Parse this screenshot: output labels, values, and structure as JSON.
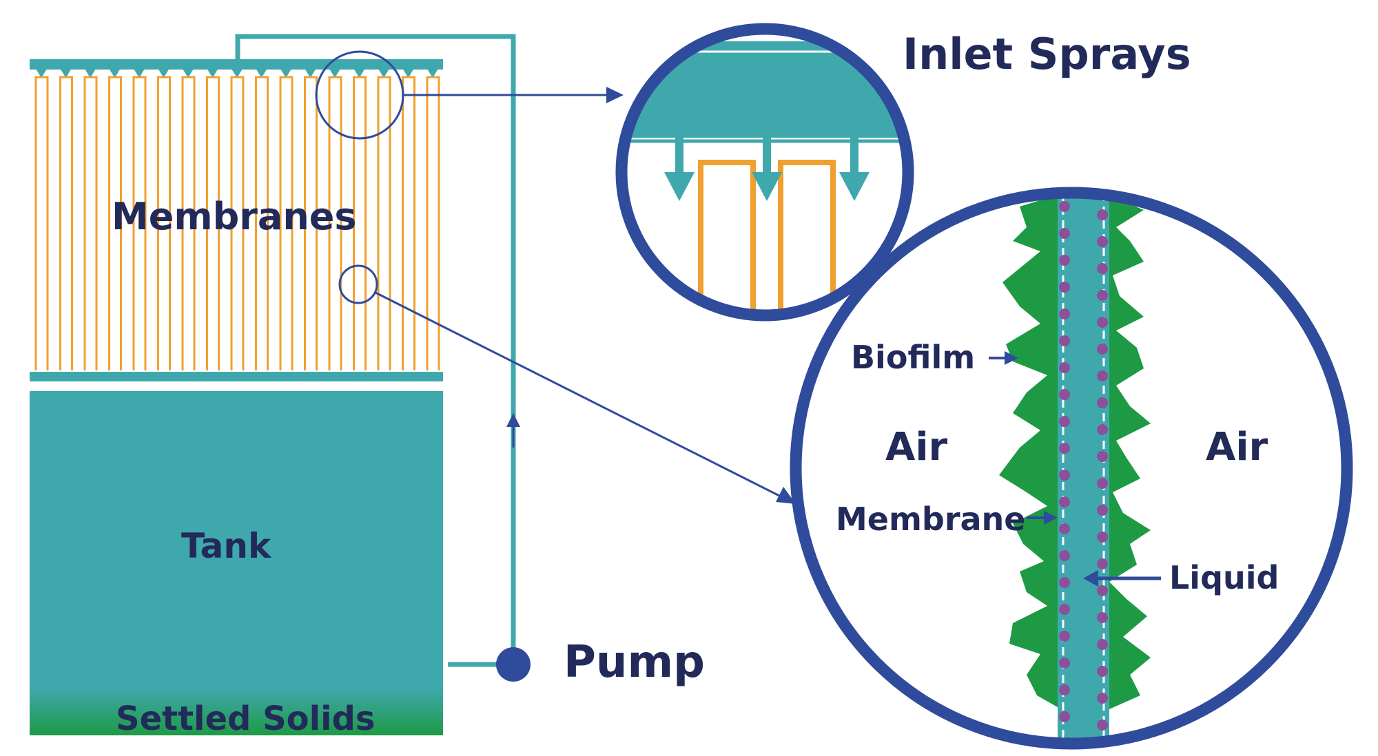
{
  "labels": {
    "membranes": "Membranes",
    "tank": "Tank",
    "settled_solids": "Settled Solids",
    "pump": "Pump",
    "inlet_sprays": "Inlet Sprays",
    "biofilm": "Biofilm",
    "air_left": "Air",
    "air_right": "Air",
    "membrane": "Membrane",
    "liquid": "Liquid"
  },
  "colors": {
    "teal": "#3fa8ad",
    "navy": "#2f4b9b",
    "membrane_orange": "#f0a030",
    "biofilm_green": "#1e9a45",
    "liquid_dots": "#8e4f9a",
    "label_text": "#222a5a"
  }
}
